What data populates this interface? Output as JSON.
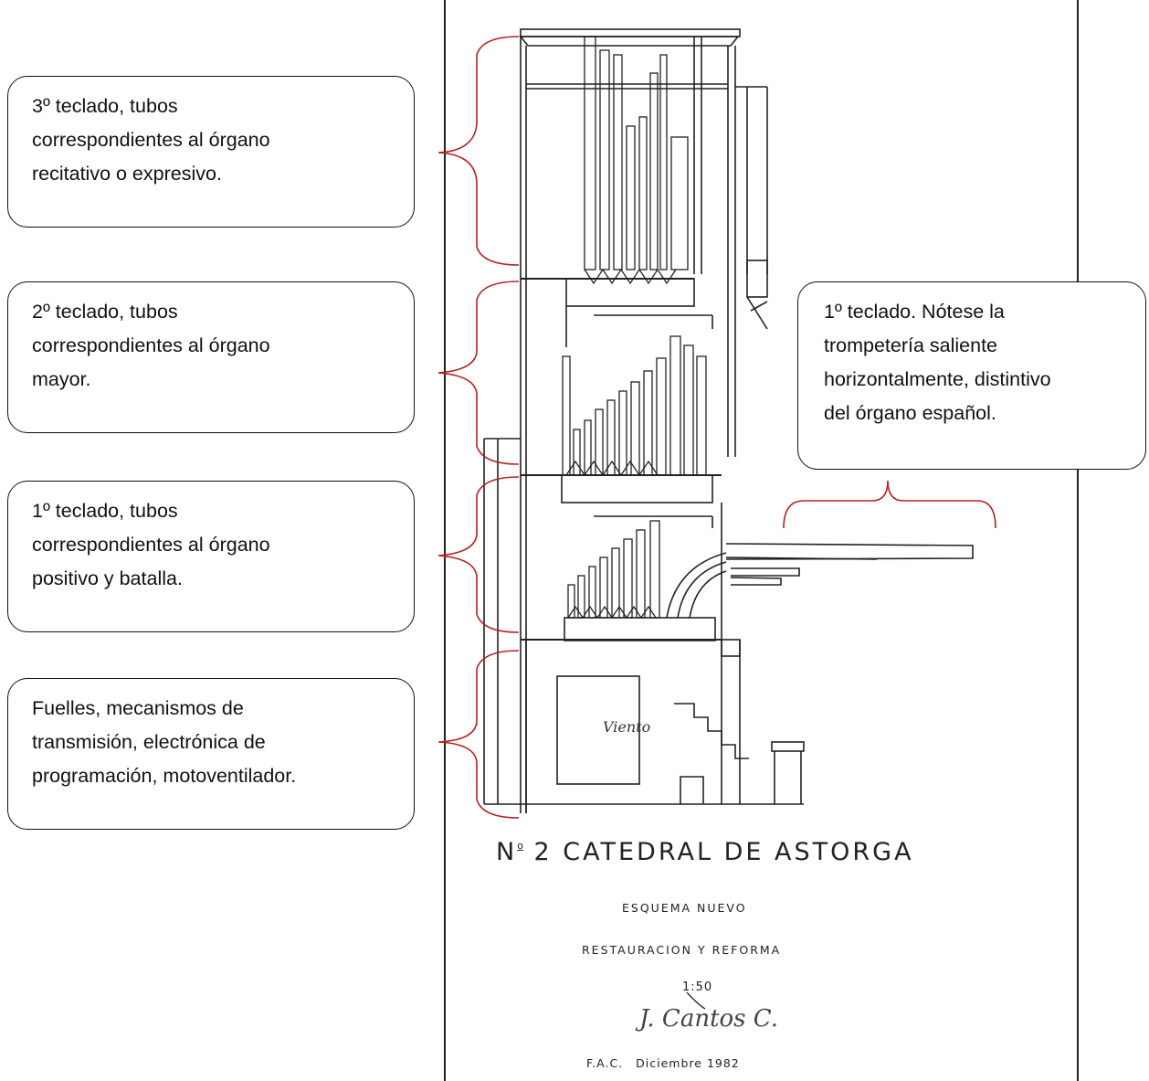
{
  "callouts": {
    "teclado3": {
      "line1": "3º teclado, tubos",
      "line2": "correspondientes al órgano",
      "line3": "recitativo o expresivo."
    },
    "teclado2": {
      "line1": "2º teclado, tubos",
      "line2": "correspondientes al órgano",
      "line3": "mayor."
    },
    "teclado1": {
      "line1": "1º teclado, tubos",
      "line2": "correspondientes al órgano",
      "line3": "positivo y batalla."
    },
    "fuelles": {
      "line1": "Fuelles, mecanismos de",
      "line2": "transmisión, electrónica de",
      "line3": "programación, motoventilador."
    },
    "trompeteria": {
      "line1": "1º teclado. Nótese la",
      "line2": "trompetería saliente",
      "line3": "horizontalmente, distintivo",
      "line4": "del órgano español."
    }
  },
  "drawing": {
    "title_prefix": "N",
    "title_sup": "o",
    "title_main": " 2  CATEDRAL  DE  ASTORGA",
    "subtitle1": "ESQUEMA  NUEVO",
    "subtitle2": "RESTAURACION  Y  REFORMA",
    "scale": "1:50",
    "signature": "J. Cantos C.",
    "author": "F.A.C.",
    "date": "Diciembre  1982",
    "viento_label": "Viento"
  },
  "colors": {
    "bracket": "#b22222",
    "ink": "#222222",
    "box_border": "#111111"
  }
}
